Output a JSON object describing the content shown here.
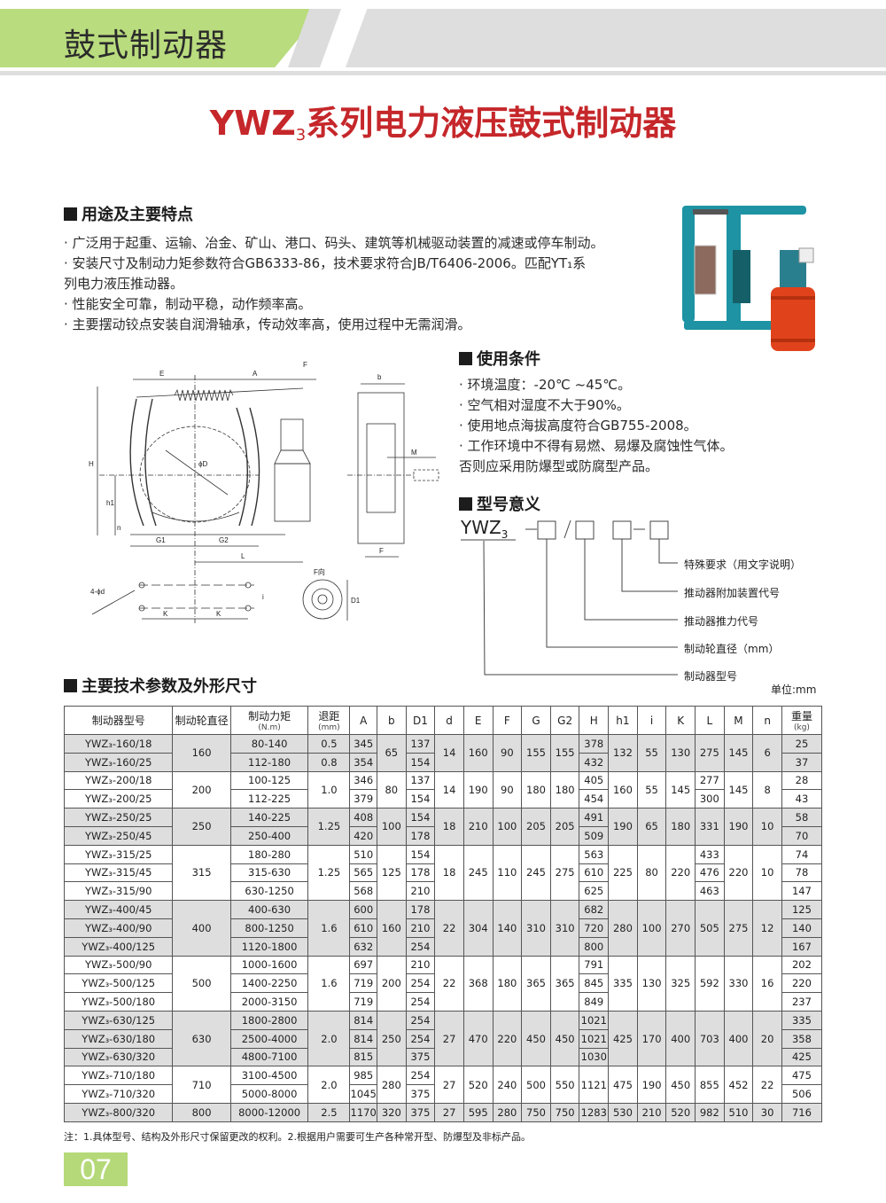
{
  "header": {
    "section_title": "鼓式制动器",
    "accent_green": "#b9dc7e",
    "band_gray": "#dedede"
  },
  "title": {
    "prefix": "YWZ",
    "subscript": "3",
    "suffix": "系列电力液压鼓式制动器",
    "color": "#c5272a"
  },
  "features": {
    "heading": "用途及主要特点",
    "lines": [
      "· 广泛用于起重、运输、冶金、矿山、港口、码头、建筑等机械驱动装置的减速或停车制动。",
      "· 安装尺寸及制动力矩参数符合GB6333-86，技术要求符合JB/T6406-2006。匹配YT₁系",
      "列电力液压推动器。",
      "· 性能安全可靠，制动平稳，动作频率高。",
      "· 主要摆动铰点安装自润滑轴承，传动效率高，使用过程中无需润滑。"
    ]
  },
  "conditions": {
    "heading": "使用条件",
    "lines": [
      "· 环境温度：-20℃ ~45℃。",
      "· 空气相对湿度不大于90%。",
      "· 使用地点海拔高度符合GB755-2008。",
      "· 工作环境中不得有易燃、易爆及腐蚀性气体。",
      "否则应采用防爆型或防腐型产品。"
    ]
  },
  "model_meaning": {
    "heading": "型号意义",
    "code_prefix": "YWZ",
    "code_sub": "3",
    "labels": [
      "特殊要求（用文字说明）",
      "推动器附加装置代号",
      "推动器推力代号",
      "制动轮直径（mm）",
      "制动器型号"
    ]
  },
  "drawing": {
    "labels": [
      "E",
      "A",
      "F",
      "H",
      "h1",
      "n",
      "G1",
      "G2",
      "L",
      "ϕD",
      "b",
      "M",
      "F",
      "4-ϕd",
      "K",
      "K",
      "i",
      "F向",
      "D1"
    ]
  },
  "specs": {
    "heading": "主要技术参数及外形尺寸",
    "unit": "单位:mm",
    "columns": [
      {
        "label": "制动器型号",
        "sub": ""
      },
      {
        "label": "制动轮直径",
        "sub": ""
      },
      {
        "label": "制动力矩",
        "sub": "(N.m)"
      },
      {
        "label": "退距",
        "sub": "(mm)"
      },
      {
        "label": "A",
        "sub": ""
      },
      {
        "label": "b",
        "sub": ""
      },
      {
        "label": "D1",
        "sub": ""
      },
      {
        "label": "d",
        "sub": ""
      },
      {
        "label": "E",
        "sub": ""
      },
      {
        "label": "F",
        "sub": ""
      },
      {
        "label": "G",
        "sub": ""
      },
      {
        "label": "G2",
        "sub": ""
      },
      {
        "label": "H",
        "sub": ""
      },
      {
        "label": "h1",
        "sub": ""
      },
      {
        "label": "i",
        "sub": ""
      },
      {
        "label": "K",
        "sub": ""
      },
      {
        "label": "L",
        "sub": ""
      },
      {
        "label": "M",
        "sub": ""
      },
      {
        "label": "n",
        "sub": ""
      },
      {
        "label": "重量",
        "sub": "(kg)"
      }
    ],
    "groups": [
      {
        "shade": true,
        "models": [
          "YWZ₃-160/18",
          "YWZ₃-160/25"
        ],
        "wheel": "160",
        "torque": [
          "80-140",
          "112-180"
        ],
        "retreat": [
          "0.5",
          "0.8"
        ],
        "A": [
          "345",
          "354"
        ],
        "b": "65",
        "D1": [
          "137",
          "154"
        ],
        "d": "14",
        "E": "160",
        "F": "90",
        "G": "155",
        "G2": "155",
        "H": [
          "378",
          "432"
        ],
        "h1": "132",
        "i": "55",
        "K": "130",
        "L": [
          "275"
        ],
        "M": "145",
        "n": "6",
        "weight": [
          "25",
          "37"
        ]
      },
      {
        "shade": false,
        "models": [
          "YWZ₃-200/18",
          "YWZ₃-200/25"
        ],
        "wheel": "200",
        "torque": [
          "100-125",
          "112-225"
        ],
        "retreat": [
          "1.0"
        ],
        "A": [
          "346",
          "379"
        ],
        "b": "80",
        "D1": [
          "137",
          "154"
        ],
        "d": "14",
        "E": "190",
        "F": "90",
        "G": "180",
        "G2": "180",
        "H": [
          "405",
          "454"
        ],
        "h1": "160",
        "i": "55",
        "K": "145",
        "L": [
          "277",
          "300"
        ],
        "M": "145",
        "n": "8",
        "weight": [
          "28",
          "43"
        ]
      },
      {
        "shade": true,
        "models": [
          "YWZ₃-250/25",
          "YWZ₃-250/45"
        ],
        "wheel": "250",
        "torque": [
          "140-225",
          "250-400"
        ],
        "retreat": [
          "1.25"
        ],
        "A": [
          "408",
          "420"
        ],
        "b": "100",
        "D1": [
          "154",
          "178"
        ],
        "d": "18",
        "E": "210",
        "F": "100",
        "G": "205",
        "G2": "205",
        "H": [
          "491",
          "509"
        ],
        "h1": "190",
        "i": "65",
        "K": "180",
        "L": [
          "331"
        ],
        "M": "190",
        "n": "10",
        "weight": [
          "58",
          "70"
        ]
      },
      {
        "shade": false,
        "models": [
          "YWZ₃-315/25",
          "YWZ₃-315/45",
          "YWZ₃-315/90"
        ],
        "wheel": "315",
        "torque": [
          "180-280",
          "315-630",
          "630-1250"
        ],
        "retreat": [
          "1.25"
        ],
        "A": [
          "510",
          "565",
          "568"
        ],
        "b": "125",
        "D1": [
          "154",
          "178",
          "210"
        ],
        "d": "18",
        "E": "245",
        "F": "110",
        "G": "245",
        "G2": "275",
        "H": [
          "563",
          "610",
          "625"
        ],
        "h1": "225",
        "i": "80",
        "K": "220",
        "L": [
          "433",
          "476",
          "463"
        ],
        "M": "220",
        "n": "10",
        "weight": [
          "74",
          "78",
          "147"
        ]
      },
      {
        "shade": true,
        "models": [
          "YWZ₃-400/45",
          "YWZ₃-400/90",
          "YWZ₃-400/125"
        ],
        "wheel": "400",
        "torque": [
          "400-630",
          "800-1250",
          "1120-1800"
        ],
        "retreat": [
          "1.6"
        ],
        "A": [
          "600",
          "610",
          "632"
        ],
        "b": "160",
        "D1": [
          "178",
          "210",
          "254"
        ],
        "d": "22",
        "E": "304",
        "F": "140",
        "G": "310",
        "G2": "310",
        "H": [
          "682",
          "720",
          "800"
        ],
        "h1": "280",
        "i": "100",
        "K": "270",
        "L": [
          "505"
        ],
        "M": "275",
        "n": "12",
        "weight": [
          "125",
          "140",
          "167"
        ]
      },
      {
        "shade": false,
        "models": [
          "YWZ₃-500/90",
          "YWZ₃-500/125",
          "YWZ₃-500/180"
        ],
        "wheel": "500",
        "torque": [
          "1000-1600",
          "1400-2250",
          "2000-3150"
        ],
        "retreat": [
          "1.6"
        ],
        "A": [
          "697",
          "719",
          "719"
        ],
        "b": "200",
        "D1": [
          "210",
          "254",
          "254"
        ],
        "d": "22",
        "E": "368",
        "F": "180",
        "G": "365",
        "G2": "365",
        "H": [
          "791",
          "845",
          "849"
        ],
        "h1": "335",
        "i": "130",
        "K": "325",
        "L": [
          "592"
        ],
        "M": "330",
        "n": "16",
        "weight": [
          "202",
          "220",
          "237"
        ]
      },
      {
        "shade": true,
        "models": [
          "YWZ₃-630/125",
          "YWZ₃-630/180",
          "YWZ₃-630/320"
        ],
        "wheel": "630",
        "torque": [
          "1800-2800",
          "2500-4000",
          "4800-7100"
        ],
        "retreat": [
          "2.0"
        ],
        "A": [
          "814",
          "814",
          "815"
        ],
        "b": "250",
        "D1": [
          "254",
          "254",
          "375"
        ],
        "d": "27",
        "E": "470",
        "F": "220",
        "G": "450",
        "G2": "450",
        "H": [
          "1021",
          "1021",
          "1030"
        ],
        "h1": "425",
        "i": "170",
        "K": "400",
        "L": [
          "703"
        ],
        "M": "400",
        "n": "20",
        "weight": [
          "335",
          "358",
          "425"
        ]
      },
      {
        "shade": false,
        "models": [
          "YWZ₃-710/180",
          "YWZ₃-710/320"
        ],
        "wheel": "710",
        "torque": [
          "3100-4500",
          "5000-8000"
        ],
        "retreat": [
          "2.0"
        ],
        "A": [
          "985",
          "1045"
        ],
        "b": "280",
        "D1": [
          "254",
          "375"
        ],
        "d": "27",
        "E": "520",
        "F": "240",
        "G": "500",
        "G2": "550",
        "H": [
          "1121"
        ],
        "h1": "475",
        "i": "190",
        "K": "450",
        "L": [
          "855"
        ],
        "M": "452",
        "n": "22",
        "weight": [
          "475",
          "506"
        ]
      },
      {
        "shade": true,
        "models": [
          "YWZ₃-800/320"
        ],
        "wheel": "800",
        "torque": [
          "8000-12000"
        ],
        "retreat": [
          "2.5"
        ],
        "A": [
          "1170"
        ],
        "b": "320",
        "D1": [
          "375"
        ],
        "d": "27",
        "E": "595",
        "F": "280",
        "G": "750",
        "G2": "750",
        "H": [
          "1283"
        ],
        "h1": "530",
        "i": "210",
        "K": "520",
        "L": [
          "982"
        ],
        "M": "510",
        "n": "30",
        "weight": [
          "716"
        ]
      }
    ],
    "note": "注：1.具体型号、结构及外形尺寸保留更改的权利。2.根据用户需要可生产各种常开型、防爆型及非标产品。"
  },
  "footer": {
    "page_number": "07",
    "badge_color": "#b5d979"
  }
}
